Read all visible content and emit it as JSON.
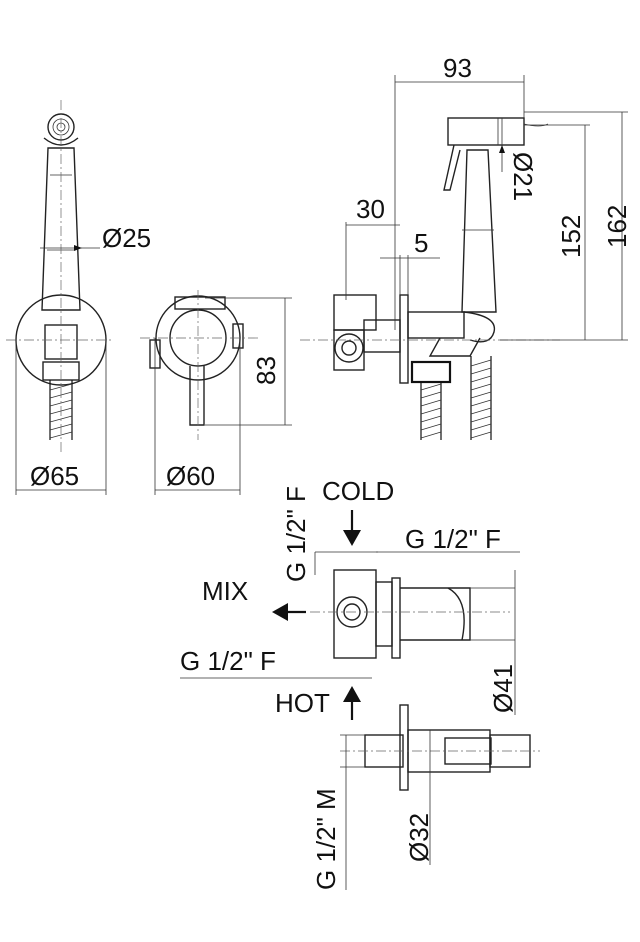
{
  "dimensions": {
    "hand_shower_diameter": "Ø25",
    "wall_plate_diameter_left": "Ø65",
    "mixer_plate_diameter": "Ø60",
    "mixer_height": "83",
    "overall_depth": "93",
    "projection_30": "30",
    "plate_thickness": "5",
    "head_diameter": "Ø21",
    "height_152": "152",
    "height_162": "162",
    "body_diameter": "Ø41",
    "outlet_diameter": "Ø32"
  },
  "threads": {
    "cold_inlet": "G 1/2\" F",
    "side_outlet": "G 1/2\" F",
    "hot_inlet": "G 1/2\" F",
    "connector": "G 1/2\" M"
  },
  "labels": {
    "cold": "COLD",
    "mix": "MIX",
    "hot": "HOT"
  }
}
